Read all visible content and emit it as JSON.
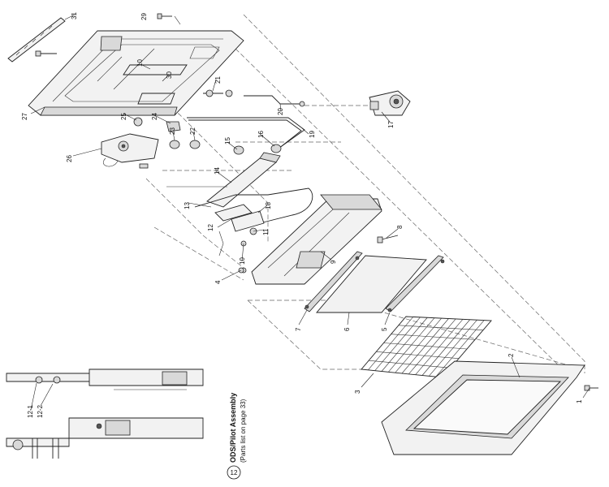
{
  "title": "",
  "parts": [
    {
      "id": "p1",
      "label": "1"
    },
    {
      "id": "p2",
      "label": "2"
    },
    {
      "id": "p3",
      "label": "3"
    },
    {
      "id": "p4",
      "label": "4"
    },
    {
      "id": "p5",
      "label": "5"
    },
    {
      "id": "p6",
      "label": "6"
    },
    {
      "id": "p7",
      "label": "7"
    },
    {
      "id": "p8",
      "label": "8"
    },
    {
      "id": "p9",
      "label": "9"
    },
    {
      "id": "p10a",
      "label": "10"
    },
    {
      "id": "p10b",
      "label": "10"
    },
    {
      "id": "p11",
      "label": "11"
    },
    {
      "id": "p12",
      "label": "12"
    },
    {
      "id": "p13",
      "label": "13"
    },
    {
      "id": "p14",
      "label": "14"
    },
    {
      "id": "p15",
      "label": "15"
    },
    {
      "id": "p16",
      "label": "16"
    },
    {
      "id": "p17",
      "label": "17"
    },
    {
      "id": "p18",
      "label": "18"
    },
    {
      "id": "p19",
      "label": "19"
    },
    {
      "id": "p20",
      "label": "20"
    },
    {
      "id": "p21",
      "label": "21"
    },
    {
      "id": "p22",
      "label": "22"
    },
    {
      "id": "p23",
      "label": "23"
    },
    {
      "id": "p24",
      "label": "24"
    },
    {
      "id": "p25",
      "label": "25"
    },
    {
      "id": "p26",
      "label": "26"
    },
    {
      "id": "p27",
      "label": "27"
    },
    {
      "id": "p29",
      "label": "29"
    },
    {
      "id": "p30",
      "label": "30"
    },
    {
      "id": "p31",
      "label": "31"
    },
    {
      "id": "p121",
      "label": "12-1"
    },
    {
      "id": "p122",
      "label": "12-2"
    }
  ],
  "subassembly": {
    "number": "12",
    "title": "ODS/Pilot Assembly",
    "subtitle": "(Parts list on page 33)"
  }
}
